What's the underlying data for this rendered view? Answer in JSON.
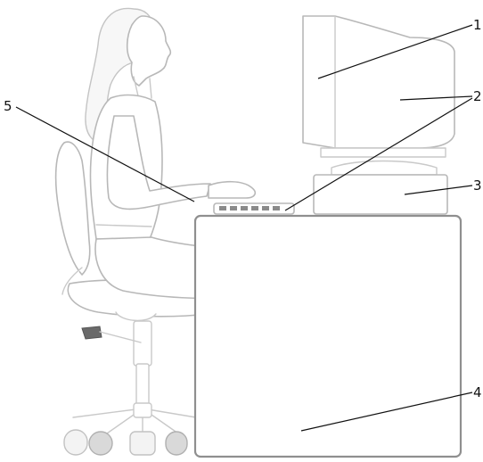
{
  "callouts": [
    {
      "id": "1",
      "label": "1"
    },
    {
      "id": "2",
      "label": "2"
    },
    {
      "id": "3",
      "label": "3"
    },
    {
      "id": "4",
      "label": "4"
    },
    {
      "id": "5",
      "label": "5"
    }
  ],
  "colors": {
    "line": "#111111",
    "outline": "#b8b8b8",
    "desk": "#8f8f8f",
    "lever": "#6a6a6a"
  }
}
